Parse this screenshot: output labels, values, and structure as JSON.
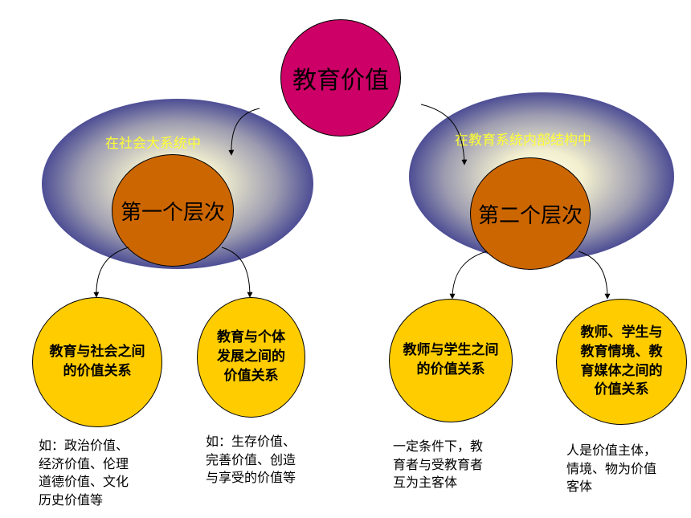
{
  "root": {
    "label": "教育价值"
  },
  "levels": [
    {
      "context": "在社会大系统中",
      "label": "第一个层次"
    },
    {
      "context": "在教育系统内部结构中",
      "label": "第二个层次"
    }
  ],
  "relations": [
    {
      "label_lines": [
        "教育与社会之间",
        "的价值关系"
      ],
      "note_lines": [
        "如：政治价值、",
        "经济价值、伦理",
        "道德价值、文化",
        "历史价值等"
      ]
    },
    {
      "label_lines": [
        "教育与个体",
        "发展之间的",
        "价值关系"
      ],
      "note_lines": [
        "如：生存价值、",
        "完善价值、创造",
        "与享受的价值等"
      ]
    },
    {
      "label_lines": [
        "教师与学生之间",
        "的价值关系"
      ],
      "note_lines": [
        "一定条件下，教",
        "育者与受教育者",
        "互为主客体"
      ]
    },
    {
      "label_lines": [
        "教师、学生与",
        "教育情境、教",
        "育媒体之间的",
        "价值关系"
      ],
      "note_lines": [
        "人是价值主体，",
        "情境、物为价值",
        "客体"
      ]
    }
  ],
  "colors": {
    "root": "#cc0066",
    "level": "#cc6600",
    "relation": "#ffcc00",
    "context_text": "#ffff33",
    "ellipse_outer": "#141667",
    "ellipse_inner": "#fffde8"
  }
}
